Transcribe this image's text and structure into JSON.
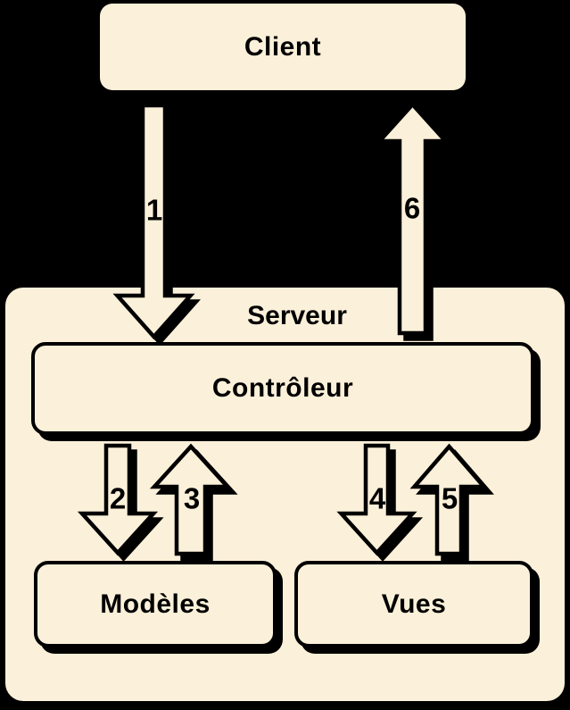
{
  "diagram": {
    "nodes": {
      "client": {
        "label": "Client"
      },
      "serveur": {
        "label": "Serveur"
      },
      "controleur": {
        "label": "Contrôleur"
      },
      "modeles": {
        "label": "Modèles"
      },
      "vues": {
        "label": "Vues"
      }
    },
    "arrows": [
      {
        "number": "1",
        "direction": "down",
        "from": "Client",
        "to": "Contrôleur"
      },
      {
        "number": "2",
        "direction": "down",
        "from": "Contrôleur",
        "to": "Modèles"
      },
      {
        "number": "3",
        "direction": "up",
        "from": "Modèles",
        "to": "Contrôleur"
      },
      {
        "number": "4",
        "direction": "down",
        "from": "Contrôleur",
        "to": "Vues"
      },
      {
        "number": "5",
        "direction": "up",
        "from": "Vues",
        "to": "Contrôleur"
      },
      {
        "number": "6",
        "direction": "up",
        "from": "Contrôleur",
        "to": "Client"
      }
    ],
    "colors": {
      "background": "#000000",
      "node_fill": "#FBF0D9",
      "outline": "#000000",
      "text": "#000000"
    }
  }
}
